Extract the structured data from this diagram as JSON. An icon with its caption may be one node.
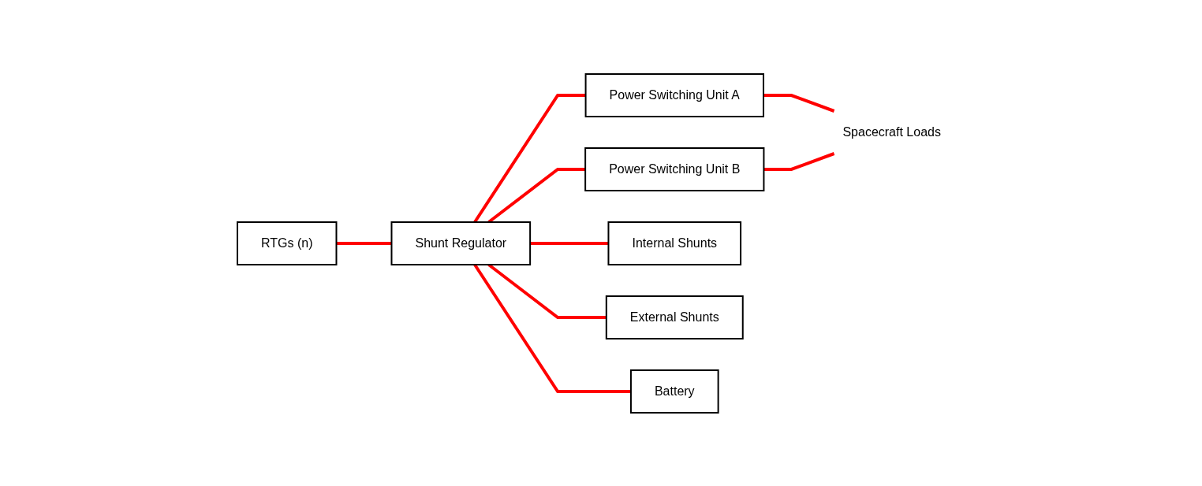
{
  "diagram": {
    "nodes": [
      {
        "text": [
          "RTGs (n)"
        ]
      },
      {
        "text": [
          "Shunt Regulator"
        ]
      },
      {
        "text": [
          "Power Switching Unit A"
        ]
      },
      {
        "text": [
          "Power Switching Unit B"
        ]
      },
      {
        "text": [
          "Internal Shunts"
        ]
      },
      {
        "text": [
          "External Shunts"
        ]
      },
      {
        "text": [
          "Battery"
        ]
      },
      {
        "text": [
          "Spacecraft Loads"
        ]
      }
    ],
    "edges": [
      {
        "from": 0,
        "to": 1,
        "arrow": "none"
      },
      {
        "from": 1,
        "to": 2,
        "arrow": "none"
      },
      {
        "from": 1,
        "to": 3,
        "arrow": "none"
      },
      {
        "from": 1,
        "to": 6,
        "arrow": "none"
      },
      {
        "from": 1,
        "to": 4,
        "arrow": "none"
      },
      {
        "from": 1,
        "to": 5,
        "arrow": "none"
      },
      {
        "from": 2,
        "to": 7,
        "arrow": "none"
      },
      {
        "from": 3,
        "to": 7,
        "arrow": "none"
      }
    ]
  }
}
